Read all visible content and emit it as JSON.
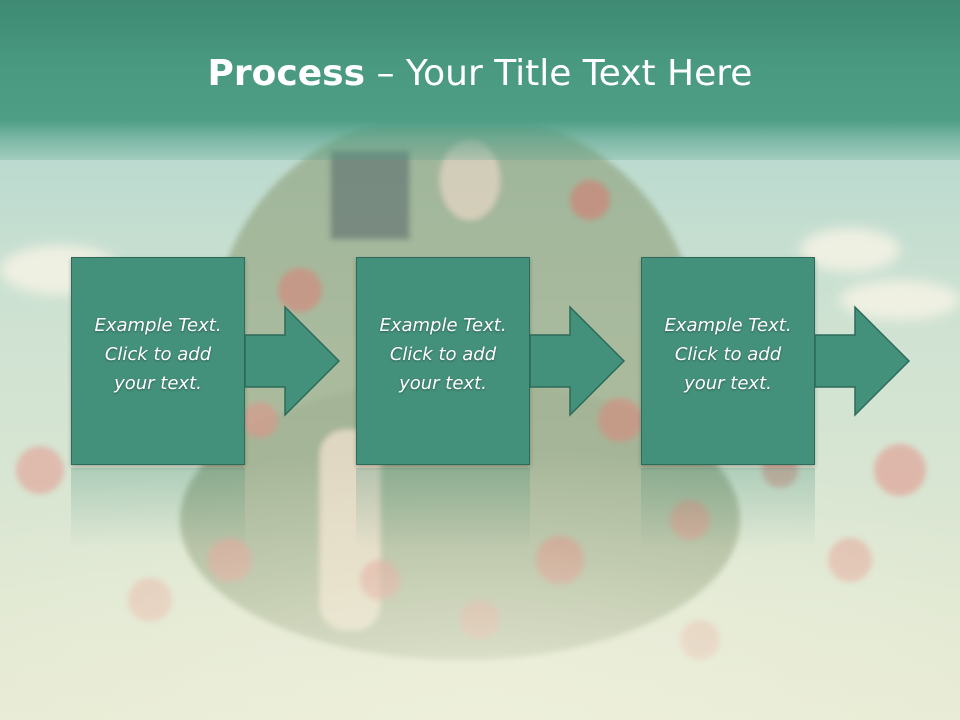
{
  "slide": {
    "title_bold": "Process",
    "title_rest": " – Your Title Text Here"
  },
  "steps": [
    {
      "text": "Example Text.\nClick  to add\nyour text."
    },
    {
      "text": "Example Text.\nClick  to add\nyour text."
    },
    {
      "text": "Example Text.\nClick  to add\nyour text."
    }
  ],
  "colors": {
    "title_band": "#3e8a72",
    "box_fill": "#44917b",
    "arrow_fill": "#44917b",
    "text": "#ffffff"
  },
  "icons": [
    "right-arrow-icon"
  ]
}
